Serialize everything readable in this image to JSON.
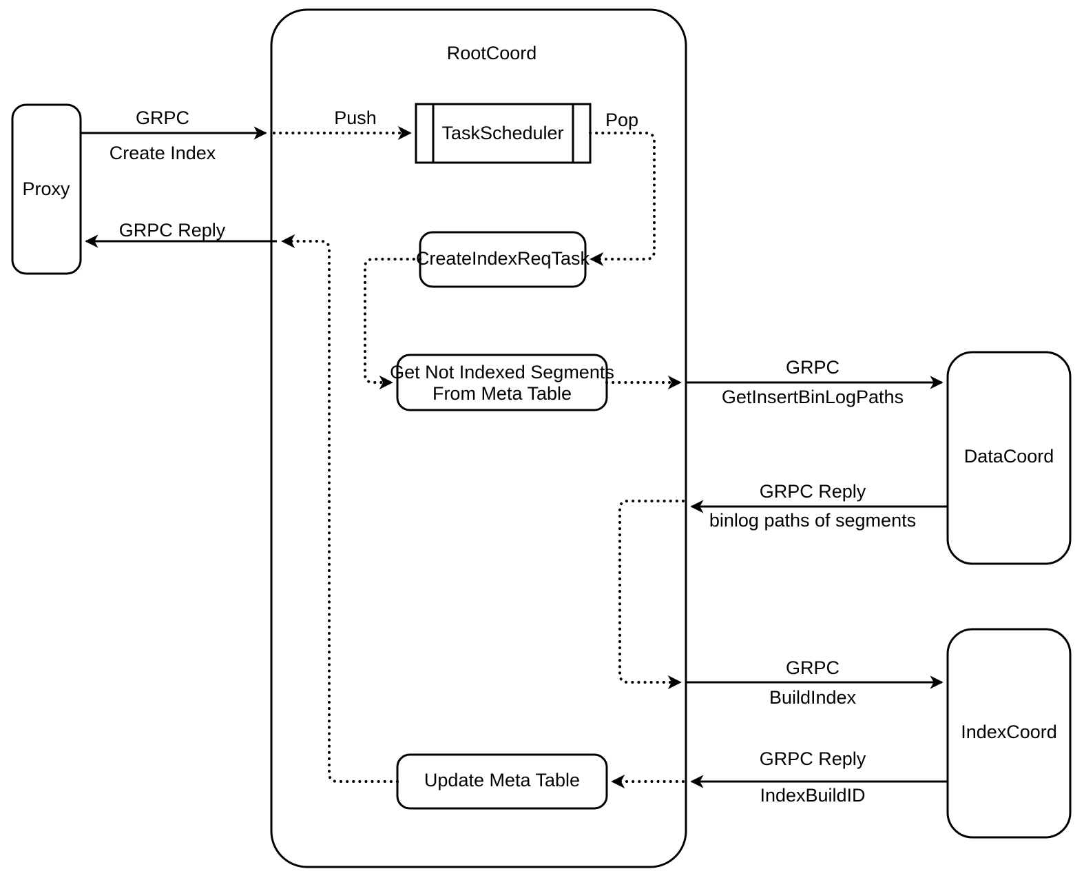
{
  "diagram": {
    "title": "RootCoord Create Index flow",
    "background": "#ffffff",
    "stroke_color": "#000000"
  },
  "container": {
    "label": "RootCoord"
  },
  "nodes": {
    "proxy": {
      "label": "Proxy"
    },
    "task_scheduler": {
      "label": "TaskScheduler"
    },
    "create_index_req_task": {
      "label": "CreateIndexReqTask"
    },
    "get_not_indexed_segments": {
      "label_line1": "Get Not Indexed Segments",
      "label_line2": "From Meta Table"
    },
    "update_meta_table": {
      "label": "Update Meta Table"
    },
    "data_coord": {
      "label": "DataCoord"
    },
    "index_coord": {
      "label": "IndexCoord"
    }
  },
  "edges": {
    "proxy_to_rootcoord": {
      "label_top": "GRPC",
      "label_bottom": "Create Index"
    },
    "rootcoord_to_proxy": {
      "label_top": "GRPC Reply"
    },
    "push_to_scheduler": {
      "label": "Push"
    },
    "pop_from_scheduler": {
      "label": "Pop"
    },
    "rootcoord_to_datacoord": {
      "label_top": "GRPC",
      "label_bottom": "GetInsertBinLogPaths"
    },
    "datacoord_to_rootcoord": {
      "label_top": "GRPC Reply",
      "label_bottom": "binlog paths of segments"
    },
    "rootcoord_to_indexcoord": {
      "label_top": "GRPC",
      "label_bottom": "BuildIndex"
    },
    "indexcoord_to_rootcoord": {
      "label_top": "GRPC Reply",
      "label_bottom": "IndexBuildID"
    }
  }
}
